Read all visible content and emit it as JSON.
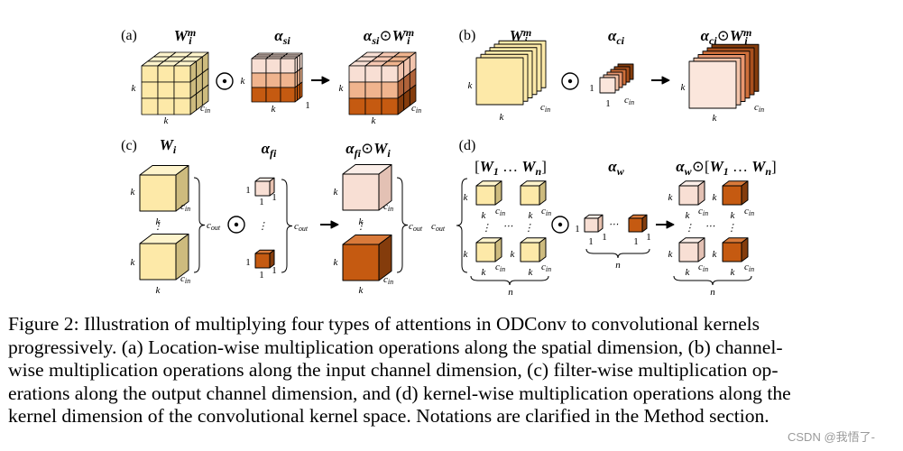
{
  "figure": {
    "panels": [
      {
        "id": "a",
        "label": "(a)"
      },
      {
        "id": "b",
        "label": "(b)"
      },
      {
        "id": "c",
        "label": "(c)"
      },
      {
        "id": "d",
        "label": "(d)"
      }
    ],
    "symbols": {
      "k": "k",
      "one": "1",
      "n": "n",
      "cin_main": "c",
      "cin_sub": "in",
      "cout_main": "c",
      "cout_sub": "out",
      "hadamard": "⊙",
      "ellipsis": "⋯",
      "vdots": "⋮",
      "arrow": "→"
    },
    "titles": {
      "W_main": "W",
      "W_sub": "i",
      "W_sup": "m",
      "alpha": "α",
      "sub_si": "si",
      "sub_ci": "ci",
      "sub_fi": "fi",
      "sub_w": "w",
      "sub_1": "1",
      "sub_n": "n",
      "odot": "⊙",
      "lbracket": "[",
      "rbracket": "]",
      "dots": " … "
    },
    "colors": {
      "cube_yellow_front": "#fde9a8",
      "cube_yellow_top": "#fef4cc",
      "cube_yellow_side": "#cdbb7e",
      "attn_light": "#f8dfd4",
      "attn_mid": "#f0b48e",
      "attn_dark": "#c55a11",
      "attn_darkest": "#843c0c",
      "outline": "#000000"
    }
  },
  "caption": {
    "lines": [
      "Figure 2: Illustration of multiplying four types of attentions in ODConv to convolutional kernels",
      "progressively. (a) Location-wise multiplication operations along the spatial dimension, (b) channel-",
      "wise multiplication operations along the input channel dimension, (c) filter-wise multiplication op-",
      "erations along the output channel dimension, and (d) kernel-wise multiplication operations along the",
      "kernel dimension of the convolutional kernel space. Notations are clarified in the Method section."
    ]
  },
  "watermark": "CSDN @我悟了-"
}
